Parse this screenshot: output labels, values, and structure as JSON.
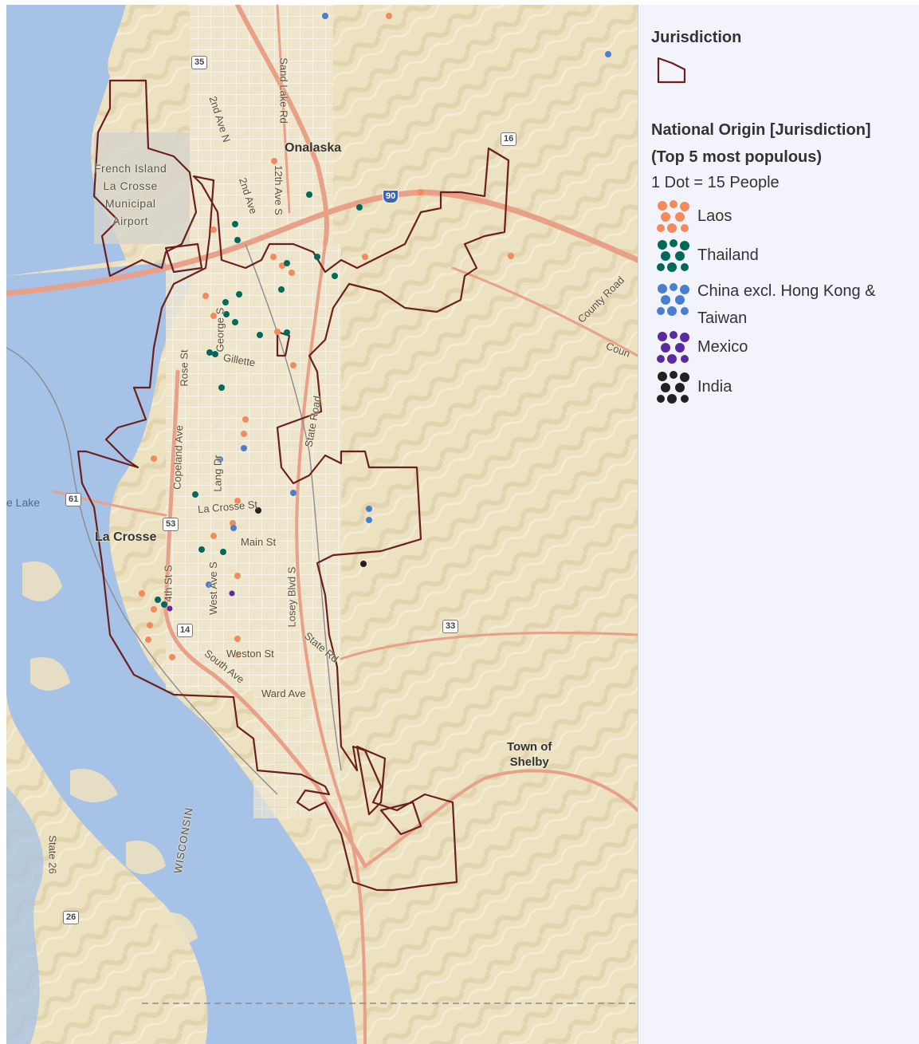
{
  "map": {
    "places": {
      "onalaska": "Onalaska",
      "la_crosse": "La Crosse",
      "shelby": "Town of\nShelby",
      "lake": "e Lake"
    },
    "airport": "French Island\nLa Crosse\nMunicipal\nAirport",
    "streets": {
      "second_ave_n": "2nd Ave N",
      "second_ave": "2nd Ave",
      "twelfth_ave": "12th Ave S",
      "sand_lake": "Sand Lake Rd",
      "county_road": "County Road",
      "county_road2": "Coun",
      "gillette": "Gillette",
      "george": "George S",
      "rose": "Rose St",
      "copeland": "Copeland Ave",
      "lang": "Lang Dr",
      "state_road": "State Road",
      "la_crosse_st": "La Crosse St",
      "main": "Main St",
      "fourth": "4th St S",
      "west_ave": "West Ave S",
      "losey": "Losey Blvd S",
      "state_rd2": "State Rd",
      "weston": "Weston St",
      "south_ave": "South Ave",
      "ward": "Ward Ave",
      "state26": "State 26",
      "wisconsin": "WISCONSIN"
    },
    "shields": [
      "35",
      "16",
      "90",
      "61",
      "53",
      "14",
      "33",
      "26"
    ],
    "colors": {
      "water": "#a6c2e6",
      "land": "#ece1c0",
      "road": "#e8a088",
      "boundary": "#6b1f1f",
      "grid": "#ffffff"
    }
  },
  "legend": {
    "jurisdiction_title": "Jurisdiction",
    "national_origin_title": "National Origin [Jurisdiction]",
    "top5_note": "(Top 5 most populous)",
    "dot_note": "1 Dot = 15 People",
    "items": [
      {
        "label": "Laos",
        "color": "#f28a5c"
      },
      {
        "label": "Thailand",
        "color": "#00695c"
      },
      {
        "label": "China excl. Hong Kong &\nTaiwan",
        "color": "#4a7fcf"
      },
      {
        "label": "Mexico",
        "color": "#5b2aa0"
      },
      {
        "label": "India",
        "color": "#222222"
      }
    ]
  }
}
